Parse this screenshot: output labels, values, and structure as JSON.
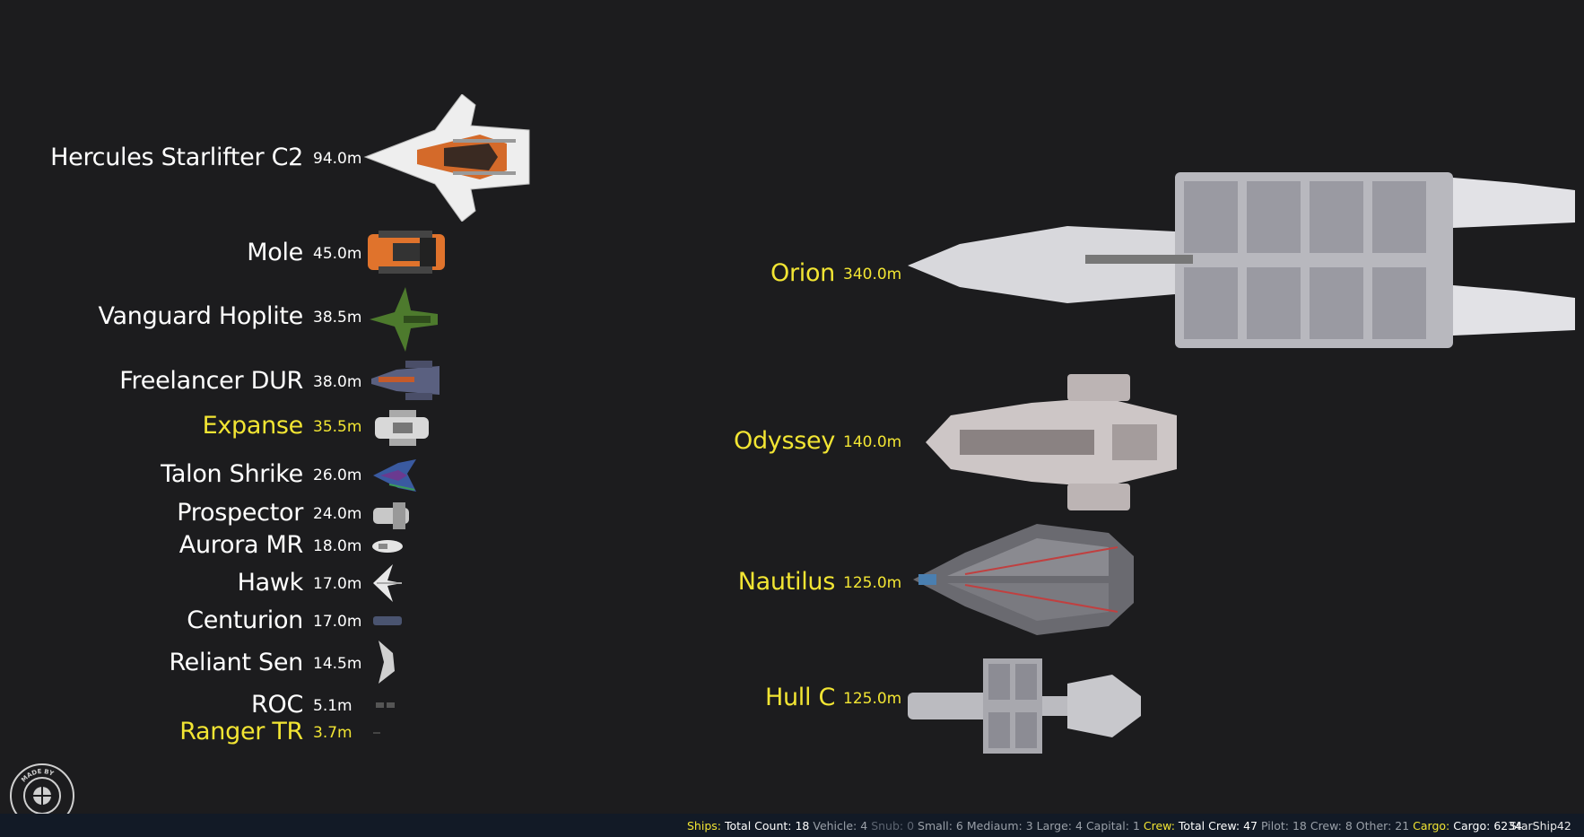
{
  "ships_left": [
    {
      "name": "Hercules Starlifter C2",
      "length": "94.0m",
      "highlight": false
    },
    {
      "name": "Mole",
      "length": "45.0m",
      "highlight": false
    },
    {
      "name": "Vanguard Hoplite",
      "length": "38.5m",
      "highlight": false
    },
    {
      "name": "Freelancer DUR",
      "length": "38.0m",
      "highlight": false
    },
    {
      "name": "Expanse",
      "length": "35.5m",
      "highlight": true
    },
    {
      "name": "Talon Shrike",
      "length": "26.0m",
      "highlight": false
    },
    {
      "name": "Prospector",
      "length": "24.0m",
      "highlight": false
    },
    {
      "name": "Aurora MR",
      "length": "18.0m",
      "highlight": false
    },
    {
      "name": "Hawk",
      "length": "17.0m",
      "highlight": false
    },
    {
      "name": "Centurion",
      "length": "17.0m",
      "highlight": false
    },
    {
      "name": "Reliant Sen",
      "length": "14.5m",
      "highlight": false
    },
    {
      "name": "ROC",
      "length": "5.1m",
      "highlight": false
    },
    {
      "name": "Ranger TR",
      "length": "3.7m",
      "highlight": true
    }
  ],
  "ships_right": [
    {
      "name": "Orion",
      "length": "340.0m",
      "highlight": true
    },
    {
      "name": "Odyssey",
      "length": "140.0m",
      "highlight": true
    },
    {
      "name": "Nautilus",
      "length": "125.0m",
      "highlight": true
    },
    {
      "name": "Hull C",
      "length": "125.0m",
      "highlight": true
    }
  ],
  "stats": {
    "ships_label": "Ships:",
    "total_count": "Total Count: 18",
    "vehicle": "Vehicle: 4",
    "snub": "Snub: 0",
    "small": "Small: 6",
    "medium": "Mediaum: 3",
    "large": "Large: 4",
    "capital": "Capital: 1",
    "crew_label": "Crew:",
    "total_crew": "Total Crew: 47",
    "pilot": "Pilot: 18",
    "crew": "Crew: 8",
    "other": "Other: 21",
    "cargo_label": "Cargo:",
    "cargo": "Cargo: 6234"
  },
  "brand": "StarShip42",
  "logo_text": "MADE BY THE COMMUNITY",
  "colors": {
    "background": "#1c1c1e",
    "highlight": "#f2e533",
    "bar": "#121a26"
  }
}
